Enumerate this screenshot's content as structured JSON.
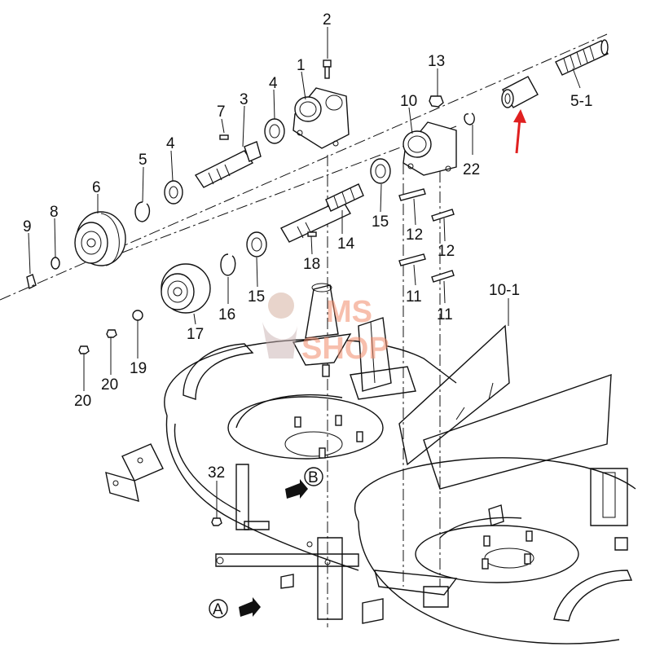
{
  "callouts": {
    "c1": "1",
    "c2": "2",
    "c3": "3",
    "c4a": "4",
    "c4b": "4",
    "c5": "5",
    "c5_1": "5-1",
    "c6": "6",
    "c7": "7",
    "c8": "8",
    "c9": "9",
    "c10": "10",
    "c10_1": "10-1",
    "c11a": "11",
    "c11b": "11",
    "c12a": "12",
    "c12b": "12",
    "c13": "13",
    "c14": "14",
    "c15a": "15",
    "c15b": "15",
    "c16": "16",
    "c17": "17",
    "c18": "18",
    "c19": "19",
    "c20a": "20",
    "c20b": "20",
    "c22": "22",
    "c32": "32"
  },
  "view_markers": {
    "a": "A",
    "b": "B"
  },
  "watermark": {
    "line1": "MS",
    "line2": "SHOP"
  },
  "colors": {
    "highlight_arrow": "#e02020",
    "watermark": "#f08a6a",
    "line": "#111111"
  },
  "icons": {
    "highlight": "red-arrow-icon",
    "view": "view-arrow-icon"
  }
}
